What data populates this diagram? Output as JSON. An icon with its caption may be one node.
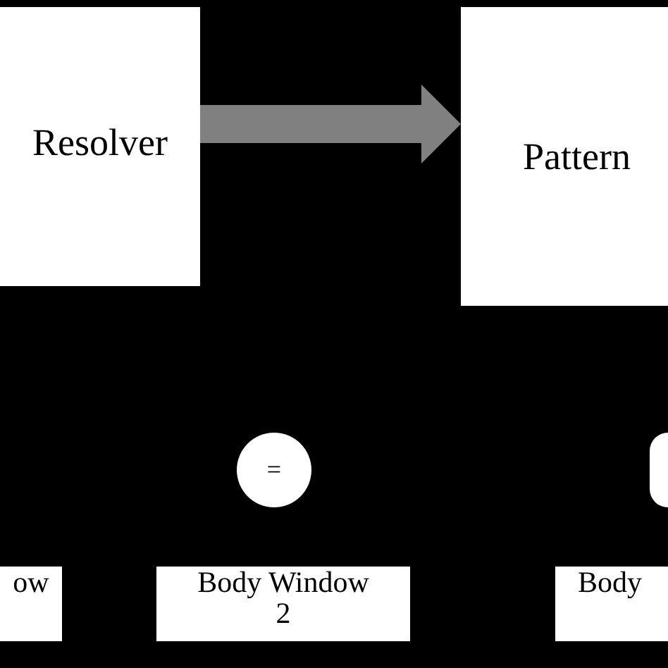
{
  "diagram": {
    "nodes": [
      {
        "text": [
          "Resolver"
        ]
      },
      {
        "text": [
          "Pattern"
        ]
      },
      {
        "text": [
          "="
        ]
      },
      {
        "text": [],
        "shape": "circle"
      },
      {
        "text": [
          "ow"
        ]
      },
      {
        "text": [
          "Body Window 2"
        ]
      },
      {
        "text": [
          "Body"
        ]
      }
    ],
    "edges": [
      {
        "from": 0,
        "to": 1,
        "arrow": "to",
        "style": "thick",
        "color": "#808080"
      }
    ]
  }
}
